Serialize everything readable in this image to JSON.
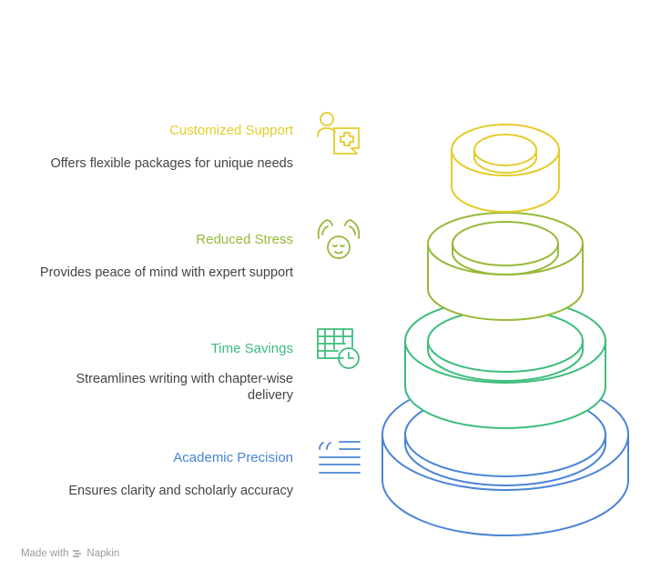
{
  "items": [
    {
      "title": "Customized Support",
      "description": "Offers flexible packages for unique needs",
      "color": "#e4cc2a",
      "icon": "user-plus-chat-icon"
    },
    {
      "title": "Reduced Stress",
      "description": "Provides peace of mind with expert support",
      "color": "#96b93a",
      "icon": "calm-face-icon"
    },
    {
      "title": "Time Savings",
      "description": "Streamlines writing with chapter-wise delivery",
      "color": "#3dbd7d",
      "icon": "schedule-clock-icon"
    },
    {
      "title": "Academic Precision",
      "description": "Ensures clarity and scholarly accuracy",
      "color": "#4a84d6",
      "icon": "quote-text-icon"
    }
  ],
  "footer": {
    "made_with": "Made with",
    "brand": "Napkin"
  }
}
